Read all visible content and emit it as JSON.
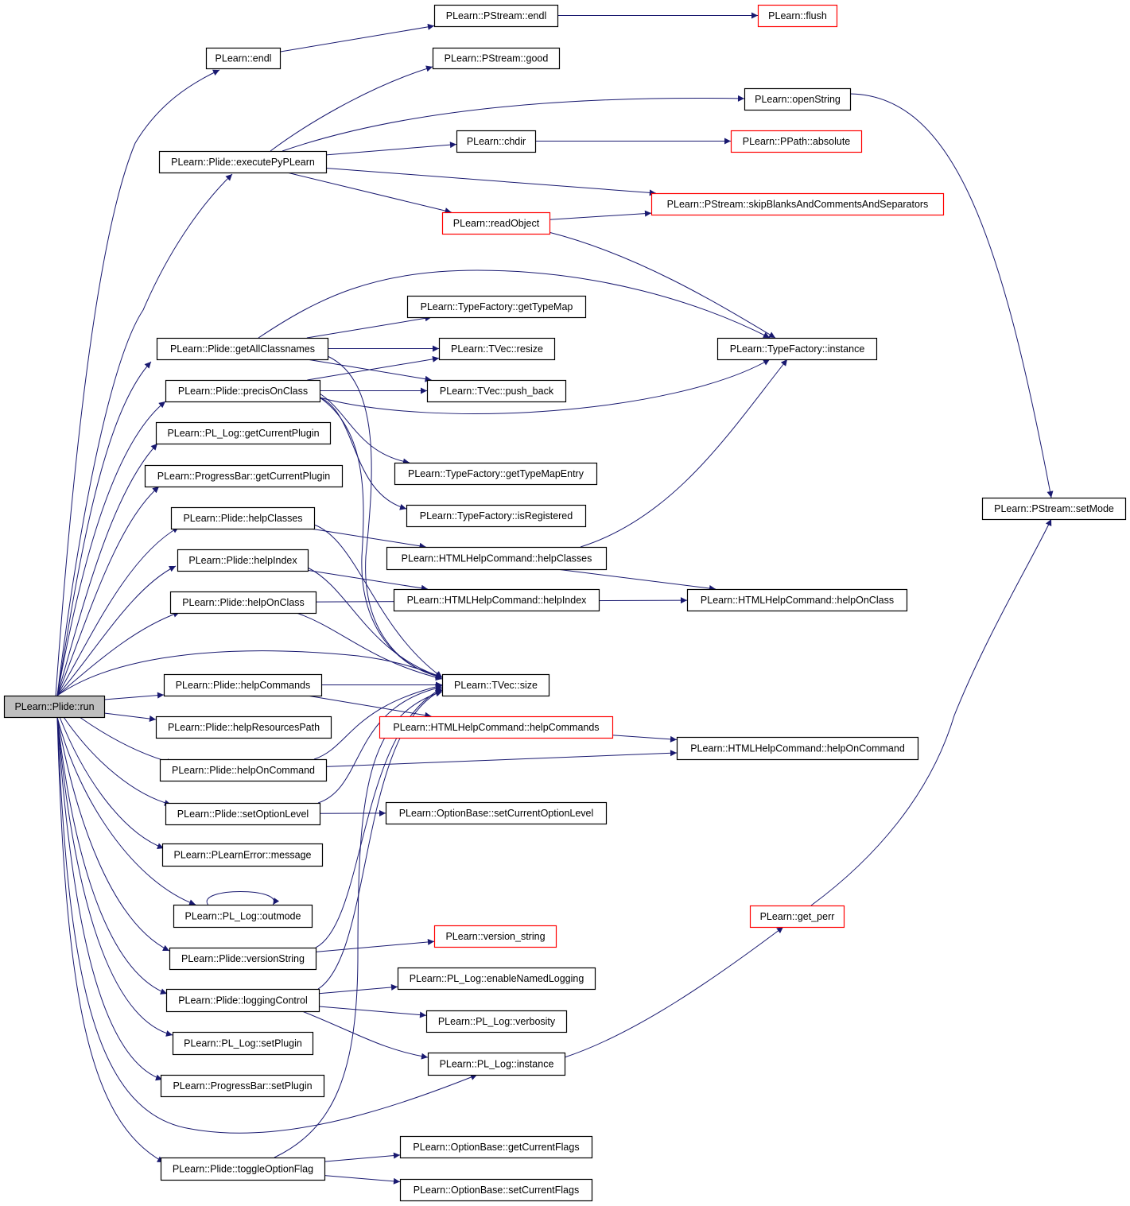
{
  "colors": {
    "edge": "#191970",
    "node_border_default": "#000000",
    "node_border_incomplete": "#ff0000",
    "root_fill": "#bfbfbf",
    "node_fill": "#ffffff"
  },
  "nodes": [
    {
      "id": "run",
      "label": "PLearn::Plide::run",
      "style": "root"
    },
    {
      "id": "endl",
      "label": "PLearn::endl",
      "style": "normal"
    },
    {
      "id": "ps_endl",
      "label": "PLearn::PStream::endl",
      "style": "normal"
    },
    {
      "id": "flush",
      "label": "PLearn::flush",
      "style": "red"
    },
    {
      "id": "ps_good",
      "label": "PLearn::PStream::good",
      "style": "normal"
    },
    {
      "id": "openString",
      "label": "PLearn::openString",
      "style": "normal"
    },
    {
      "id": "executePyPLearn",
      "label": "PLearn::Plide::executePyPLearn",
      "style": "normal"
    },
    {
      "id": "chdir",
      "label": "PLearn::chdir",
      "style": "normal"
    },
    {
      "id": "absolute",
      "label": "PLearn::PPath::absolute",
      "style": "red"
    },
    {
      "id": "skipBlanks",
      "label": "PLearn::PStream::skipBlanksAndCommentsAndSeparators",
      "style": "red"
    },
    {
      "id": "readObject",
      "label": "PLearn::readObject",
      "style": "red"
    },
    {
      "id": "getTypeMap",
      "label": "PLearn::TypeFactory::getTypeMap",
      "style": "normal"
    },
    {
      "id": "getAllClassnames",
      "label": "PLearn::Plide::getAllClassnames",
      "style": "normal"
    },
    {
      "id": "resize",
      "label": "PLearn::TVec::resize",
      "style": "normal"
    },
    {
      "id": "tf_instance",
      "label": "PLearn::TypeFactory::instance",
      "style": "normal"
    },
    {
      "id": "precisOnClass",
      "label": "PLearn::Plide::precisOnClass",
      "style": "normal"
    },
    {
      "id": "push_back",
      "label": "PLearn::TVec::push_back",
      "style": "normal"
    },
    {
      "id": "pllog_getCurrentPlugin",
      "label": "PLearn::PL_Log::getCurrentPlugin",
      "style": "normal"
    },
    {
      "id": "pb_getCurrentPlugin",
      "label": "PLearn::ProgressBar::getCurrentPlugin",
      "style": "normal"
    },
    {
      "id": "getTypeMapEntry",
      "label": "PLearn::TypeFactory::getTypeMapEntry",
      "style": "normal"
    },
    {
      "id": "isRegistered",
      "label": "PLearn::TypeFactory::isRegistered",
      "style": "normal"
    },
    {
      "id": "setMode",
      "label": "PLearn::PStream::setMode",
      "style": "normal"
    },
    {
      "id": "helpClasses",
      "label": "PLearn::Plide::helpClasses",
      "style": "normal"
    },
    {
      "id": "html_helpClasses",
      "label": "PLearn::HTMLHelpCommand::helpClasses",
      "style": "normal"
    },
    {
      "id": "helpIndex",
      "label": "PLearn::Plide::helpIndex",
      "style": "normal"
    },
    {
      "id": "html_helpIndex",
      "label": "PLearn::HTMLHelpCommand::helpIndex",
      "style": "normal"
    },
    {
      "id": "helpOnClass",
      "label": "PLearn::Plide::helpOnClass",
      "style": "normal"
    },
    {
      "id": "html_helpOnClass",
      "label": "PLearn::HTMLHelpCommand::helpOnClass",
      "style": "normal"
    },
    {
      "id": "helpCommands",
      "label": "PLearn::Plide::helpCommands",
      "style": "normal"
    },
    {
      "id": "size",
      "label": "PLearn::TVec::size",
      "style": "normal"
    },
    {
      "id": "html_helpCommands",
      "label": "PLearn::HTMLHelpCommand::helpCommands",
      "style": "red"
    },
    {
      "id": "helpResourcesPath",
      "label": "PLearn::Plide::helpResourcesPath",
      "style": "normal"
    },
    {
      "id": "helpOnCommand",
      "label": "PLearn::Plide::helpOnCommand",
      "style": "normal"
    },
    {
      "id": "html_helpOnCommand",
      "label": "PLearn::HTMLHelpCommand::helpOnCommand",
      "style": "normal"
    },
    {
      "id": "setOptionLevel",
      "label": "PLearn::Plide::setOptionLevel",
      "style": "normal"
    },
    {
      "id": "setCurrentOptionLevel",
      "label": "PLearn::OptionBase::setCurrentOptionLevel",
      "style": "normal"
    },
    {
      "id": "message",
      "label": "PLearn::PLearnError::message",
      "style": "normal"
    },
    {
      "id": "outmode",
      "label": "PLearn::PL_Log::outmode",
      "style": "normal"
    },
    {
      "id": "get_perr",
      "label": "PLearn::get_perr",
      "style": "red"
    },
    {
      "id": "version_string",
      "label": "PLearn::version_string",
      "style": "red"
    },
    {
      "id": "versionString",
      "label": "PLearn::Plide::versionString",
      "style": "normal"
    },
    {
      "id": "enableNamedLogging",
      "label": "PLearn::PL_Log::enableNamedLogging",
      "style": "normal"
    },
    {
      "id": "loggingControl",
      "label": "PLearn::Plide::loggingControl",
      "style": "normal"
    },
    {
      "id": "verbosity",
      "label": "PLearn::PL_Log::verbosity",
      "style": "normal"
    },
    {
      "id": "pllog_setPlugin",
      "label": "PLearn::PL_Log::setPlugin",
      "style": "normal"
    },
    {
      "id": "pllog_instance",
      "label": "PLearn::PL_Log::instance",
      "style": "normal"
    },
    {
      "id": "pb_setPlugin",
      "label": "PLearn::ProgressBar::setPlugin",
      "style": "normal"
    },
    {
      "id": "getCurrentFlags",
      "label": "PLearn::OptionBase::getCurrentFlags",
      "style": "normal"
    },
    {
      "id": "toggleOptionFlag",
      "label": "PLearn::Plide::toggleOptionFlag",
      "style": "normal"
    },
    {
      "id": "setCurrentFlags",
      "label": "PLearn::OptionBase::setCurrentFlags",
      "style": "normal"
    }
  ],
  "edges": [
    [
      "run",
      "endl"
    ],
    [
      "endl",
      "ps_endl"
    ],
    [
      "ps_endl",
      "flush"
    ],
    [
      "run",
      "executePyPLearn"
    ],
    [
      "executePyPLearn",
      "ps_good"
    ],
    [
      "executePyPLearn",
      "openString"
    ],
    [
      "executePyPLearn",
      "chdir"
    ],
    [
      "chdir",
      "absolute"
    ],
    [
      "executePyPLearn",
      "skipBlanks"
    ],
    [
      "executePyPLearn",
      "readObject"
    ],
    [
      "readObject",
      "skipBlanks"
    ],
    [
      "readObject",
      "tf_instance"
    ],
    [
      "openString",
      "setMode"
    ],
    [
      "run",
      "getAllClassnames"
    ],
    [
      "getAllClassnames",
      "tf_instance"
    ],
    [
      "getAllClassnames",
      "getTypeMap"
    ],
    [
      "getAllClassnames",
      "resize"
    ],
    [
      "getAllClassnames",
      "push_back"
    ],
    [
      "getAllClassnames",
      "size"
    ],
    [
      "run",
      "precisOnClass"
    ],
    [
      "precisOnClass",
      "resize"
    ],
    [
      "precisOnClass",
      "push_back"
    ],
    [
      "precisOnClass",
      "tf_instance"
    ],
    [
      "precisOnClass",
      "getTypeMapEntry"
    ],
    [
      "precisOnClass",
      "isRegistered"
    ],
    [
      "precisOnClass",
      "size"
    ],
    [
      "run",
      "pllog_getCurrentPlugin"
    ],
    [
      "run",
      "pb_getCurrentPlugin"
    ],
    [
      "run",
      "helpClasses"
    ],
    [
      "helpClasses",
      "html_helpClasses"
    ],
    [
      "helpClasses",
      "size"
    ],
    [
      "html_helpClasses",
      "tf_instance"
    ],
    [
      "html_helpClasses",
      "html_helpOnClass"
    ],
    [
      "run",
      "helpIndex"
    ],
    [
      "helpIndex",
      "html_helpIndex"
    ],
    [
      "helpIndex",
      "size"
    ],
    [
      "run",
      "helpOnClass"
    ],
    [
      "helpOnClass",
      "html_helpOnClass"
    ],
    [
      "helpOnClass",
      "size"
    ],
    [
      "run",
      "size"
    ],
    [
      "run",
      "helpCommands"
    ],
    [
      "helpCommands",
      "size"
    ],
    [
      "helpCommands",
      "html_helpCommands"
    ],
    [
      "html_helpCommands",
      "html_helpOnCommand"
    ],
    [
      "run",
      "helpResourcesPath"
    ],
    [
      "run",
      "helpOnCommand"
    ],
    [
      "helpOnCommand",
      "html_helpOnCommand"
    ],
    [
      "helpOnCommand",
      "size"
    ],
    [
      "run",
      "setOptionLevel"
    ],
    [
      "setOptionLevel",
      "setCurrentOptionLevel"
    ],
    [
      "setOptionLevel",
      "size"
    ],
    [
      "run",
      "message"
    ],
    [
      "run",
      "outmode"
    ],
    [
      "outmode",
      "outmode"
    ],
    [
      "run",
      "versionString"
    ],
    [
      "versionString",
      "version_string"
    ],
    [
      "versionString",
      "size"
    ],
    [
      "run",
      "loggingControl"
    ],
    [
      "loggingControl",
      "enableNamedLogging"
    ],
    [
      "loggingControl",
      "verbosity"
    ],
    [
      "loggingControl",
      "pllog_instance"
    ],
    [
      "loggingControl",
      "size"
    ],
    [
      "run",
      "pllog_setPlugin"
    ],
    [
      "run",
      "pb_setPlugin"
    ],
    [
      "run",
      "pllog_instance"
    ],
    [
      "pllog_instance",
      "get_perr"
    ],
    [
      "get_perr",
      "setMode"
    ],
    [
      "run",
      "toggleOptionFlag"
    ],
    [
      "toggleOptionFlag",
      "getCurrentFlags"
    ],
    [
      "toggleOptionFlag",
      "setCurrentFlags"
    ],
    [
      "toggleOptionFlag",
      "size"
    ]
  ]
}
